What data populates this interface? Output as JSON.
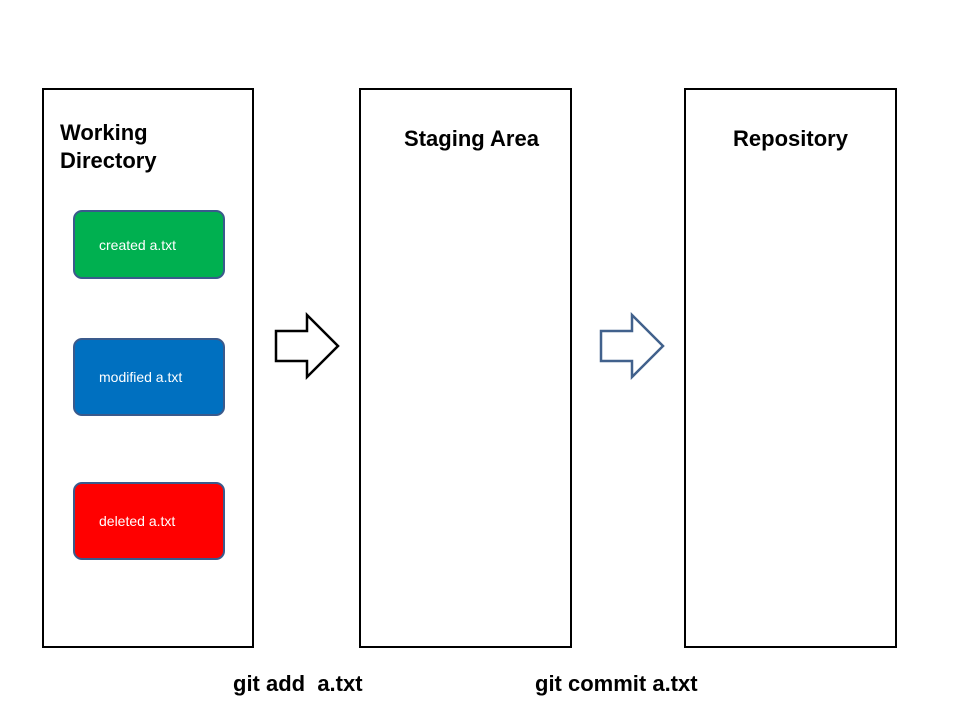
{
  "panels": {
    "working_directory": {
      "title": "Working\nDirectory",
      "files": [
        {
          "label": "created a.txt",
          "color": "#00b050"
        },
        {
          "label": "modified a.txt",
          "color": "#0070c0"
        },
        {
          "label": "deleted a.txt",
          "color": "#ff0000"
        }
      ]
    },
    "staging_area": {
      "title": "Staging Area"
    },
    "repository": {
      "title": "Repository"
    }
  },
  "arrows": {
    "add": {
      "icon": "right-arrow-icon",
      "stroke": "#000000"
    },
    "commit": {
      "icon": "right-arrow-icon",
      "stroke": "#41618c"
    }
  },
  "commands": {
    "add": "git add  a.txt",
    "commit": "git commit a.txt"
  },
  "colors": {
    "file_border": "#3a5a8c",
    "panel_border": "#000000"
  }
}
